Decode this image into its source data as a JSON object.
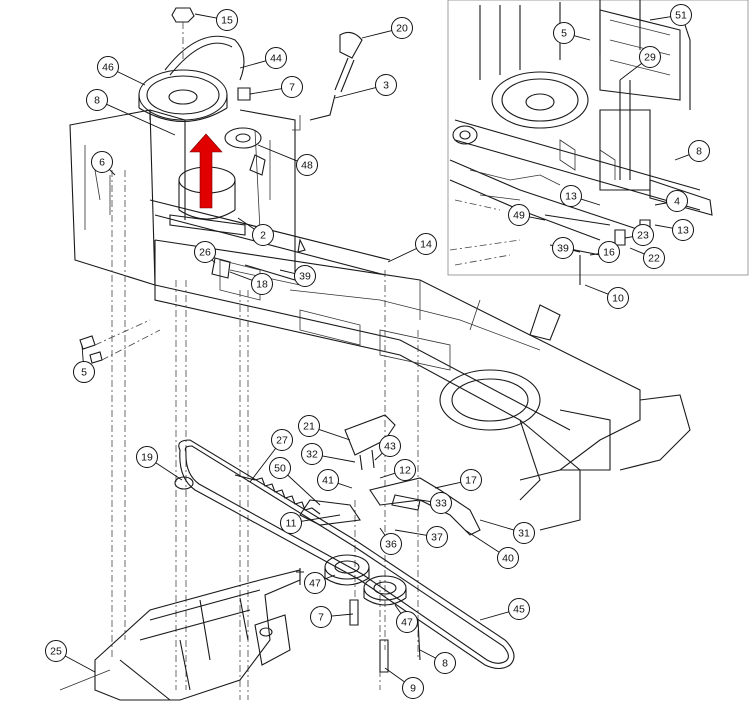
{
  "diagram": {
    "arrow_color": "#e00000",
    "line_color": "#1a1a1a"
  },
  "callouts": [
    {
      "id": "c15",
      "label": "15"
    },
    {
      "id": "c20",
      "label": "20"
    },
    {
      "id": "c46",
      "label": "46"
    },
    {
      "id": "c44",
      "label": "44"
    },
    {
      "id": "c7a",
      "label": "7"
    },
    {
      "id": "c3",
      "label": "3"
    },
    {
      "id": "c8a",
      "label": "8"
    },
    {
      "id": "c6",
      "label": "6"
    },
    {
      "id": "c48",
      "label": "48"
    },
    {
      "id": "c2",
      "label": "2"
    },
    {
      "id": "c26",
      "label": "26"
    },
    {
      "id": "c14",
      "label": "14"
    },
    {
      "id": "c18a",
      "label": "18"
    },
    {
      "id": "c39a",
      "label": "39"
    },
    {
      "id": "c5a",
      "label": "5"
    },
    {
      "id": "c19",
      "label": "19"
    },
    {
      "id": "c27",
      "label": "27"
    },
    {
      "id": "c21",
      "label": "21"
    },
    {
      "id": "c32",
      "label": "32"
    },
    {
      "id": "c43",
      "label": "43"
    },
    {
      "id": "c50",
      "label": "50"
    },
    {
      "id": "c41",
      "label": "41"
    },
    {
      "id": "c12",
      "label": "12"
    },
    {
      "id": "c17",
      "label": "17"
    },
    {
      "id": "c33",
      "label": "33"
    },
    {
      "id": "c31",
      "label": "31"
    },
    {
      "id": "c11",
      "label": "11"
    },
    {
      "id": "c36",
      "label": "36"
    },
    {
      "id": "c37",
      "label": "37"
    },
    {
      "id": "c40",
      "label": "40"
    },
    {
      "id": "c47a",
      "label": "47"
    },
    {
      "id": "c47b",
      "label": "47"
    },
    {
      "id": "c45",
      "label": "45"
    },
    {
      "id": "c7b",
      "label": "7"
    },
    {
      "id": "c8b",
      "label": "8"
    },
    {
      "id": "c9",
      "label": "9"
    },
    {
      "id": "c25",
      "label": "25"
    },
    {
      "id": "i51",
      "label": "51"
    },
    {
      "id": "i5",
      "label": "5"
    },
    {
      "id": "i29",
      "label": "29"
    },
    {
      "id": "i8",
      "label": "8"
    },
    {
      "id": "i4",
      "label": "4"
    },
    {
      "id": "i13a",
      "label": "13"
    },
    {
      "id": "i13b",
      "label": "13"
    },
    {
      "id": "i49",
      "label": "49"
    },
    {
      "id": "i23",
      "label": "23"
    },
    {
      "id": "i39",
      "label": "39"
    },
    {
      "id": "i16",
      "label": "16"
    },
    {
      "id": "i22",
      "label": "22"
    },
    {
      "id": "i10",
      "label": "10"
    }
  ]
}
